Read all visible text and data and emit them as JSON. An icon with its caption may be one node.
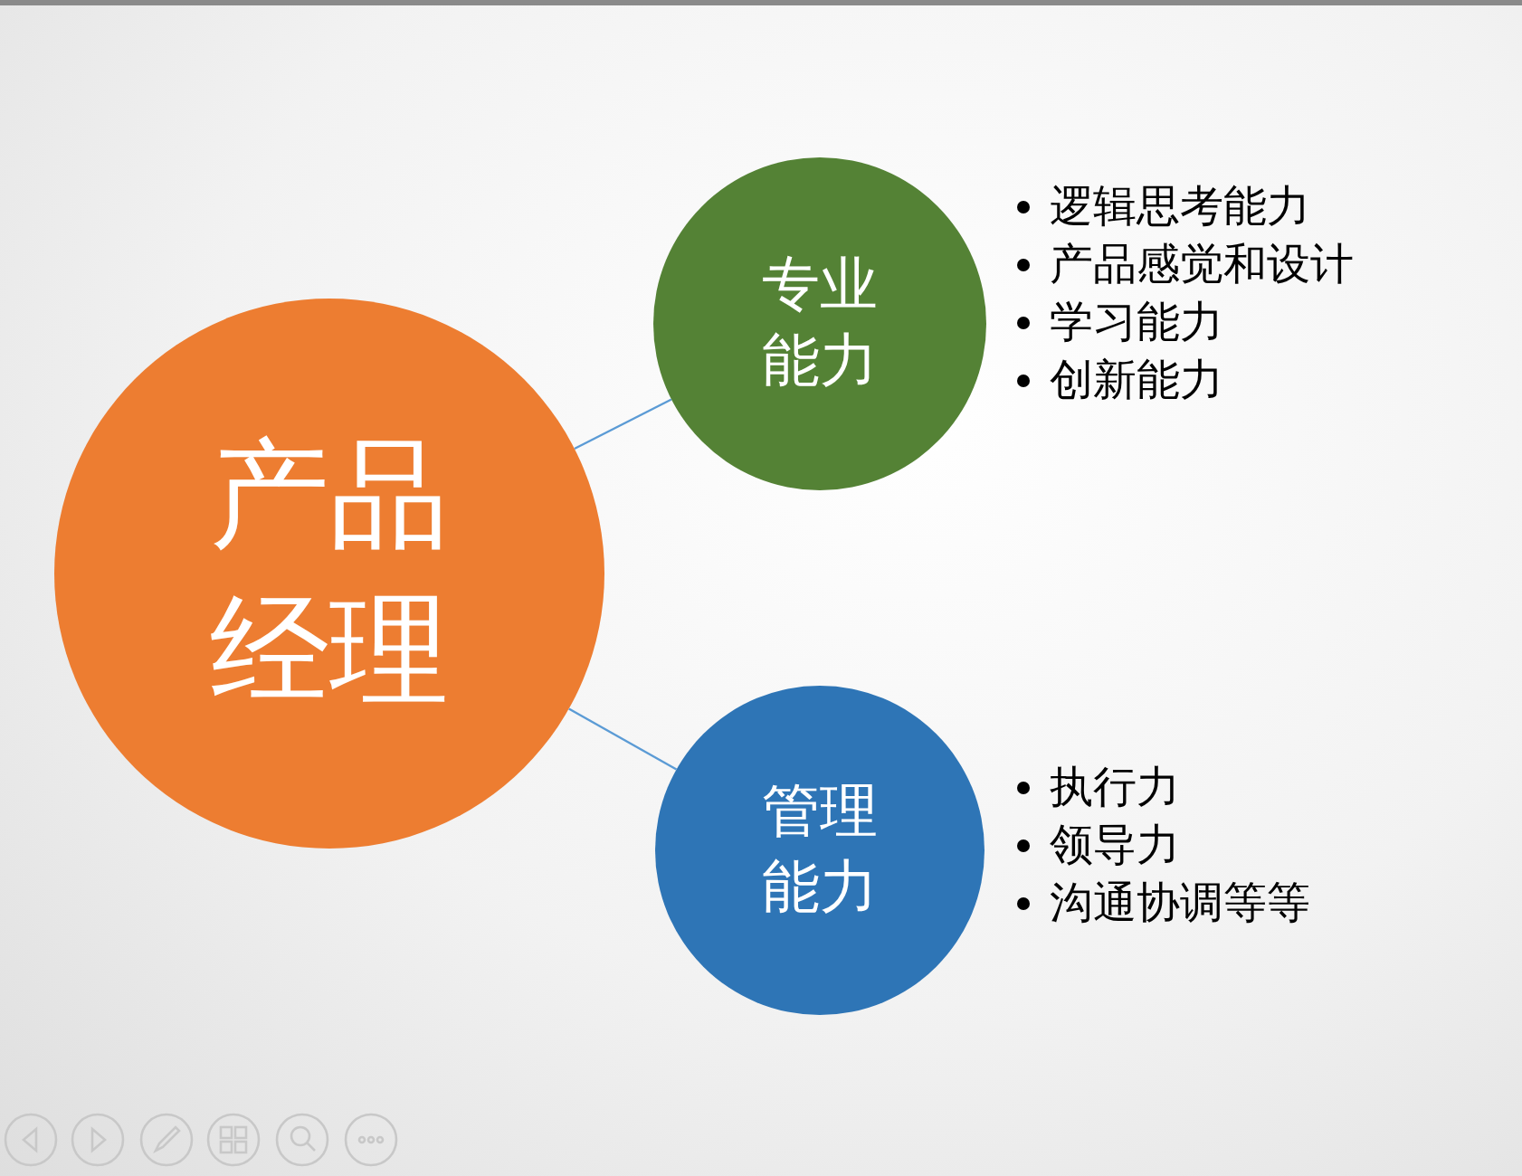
{
  "diagram": {
    "nodes": [
      {
        "text": [
          "产品经理"
        ]
      },
      {
        "text": [
          "专业能力"
        ],
        "beside": [
          "逻辑思考能力",
          "产品感觉和设计",
          "学习能力",
          "创新能力"
        ]
      },
      {
        "text": [
          "管理能力"
        ],
        "beside": [
          "执行力",
          "领导力",
          "沟通协调等等"
        ]
      }
    ],
    "edges": [
      {
        "from": 0,
        "to": 1,
        "arrow": "none"
      },
      {
        "from": 0,
        "to": 2,
        "arrow": "none"
      }
    ]
  }
}
